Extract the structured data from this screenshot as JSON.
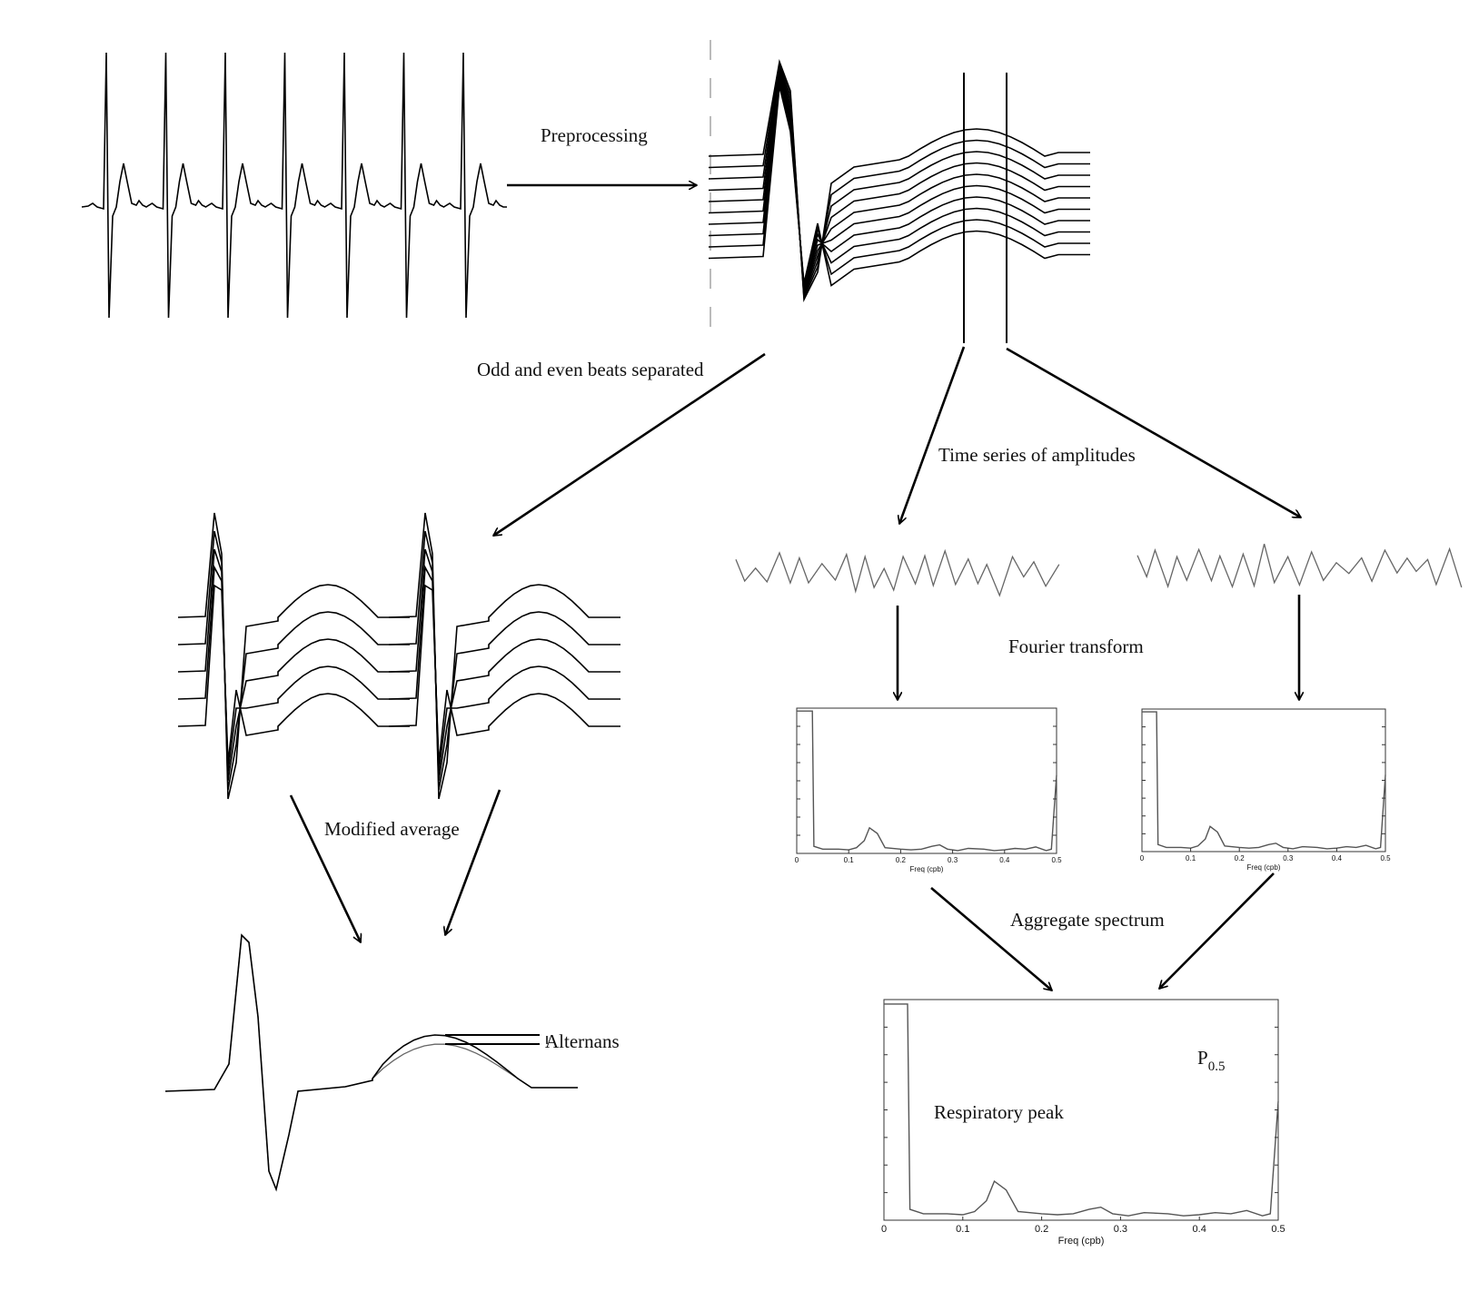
{
  "labels": {
    "preprocessing": "Preprocessing",
    "odd_even": "Odd and even beats separated",
    "time_series": "Time series of amplitudes",
    "fourier": "Fourier transform",
    "modified_average": "Modified average",
    "aggregate": "Aggregate spectrum",
    "alternans": "Alternans",
    "respiratory": "Respiratory peak",
    "p_main": "P",
    "p_sub": "0.5"
  },
  "spectrum_axis": {
    "xlabel": "Freq (cpb)",
    "ticks": [
      "0",
      "0.1",
      "0.2",
      "0.3",
      "0.4",
      "0.5"
    ]
  },
  "spectrum_values": [
    [
      0.0,
      1.0
    ],
    [
      0.03,
      1.0
    ],
    [
      0.033,
      0.05
    ],
    [
      0.05,
      0.03
    ],
    [
      0.08,
      0.03
    ],
    [
      0.1,
      0.025
    ],
    [
      0.115,
      0.04
    ],
    [
      0.13,
      0.09
    ],
    [
      0.14,
      0.18
    ],
    [
      0.155,
      0.14
    ],
    [
      0.17,
      0.04
    ],
    [
      0.2,
      0.03
    ],
    [
      0.22,
      0.025
    ],
    [
      0.24,
      0.03
    ],
    [
      0.26,
      0.05
    ],
    [
      0.275,
      0.06
    ],
    [
      0.29,
      0.03
    ],
    [
      0.31,
      0.02
    ],
    [
      0.33,
      0.035
    ],
    [
      0.36,
      0.03
    ],
    [
      0.38,
      0.02
    ],
    [
      0.4,
      0.025
    ],
    [
      0.42,
      0.035
    ],
    [
      0.44,
      0.03
    ],
    [
      0.46,
      0.045
    ],
    [
      0.48,
      0.02
    ],
    [
      0.49,
      0.03
    ],
    [
      0.5,
      0.55
    ]
  ]
}
